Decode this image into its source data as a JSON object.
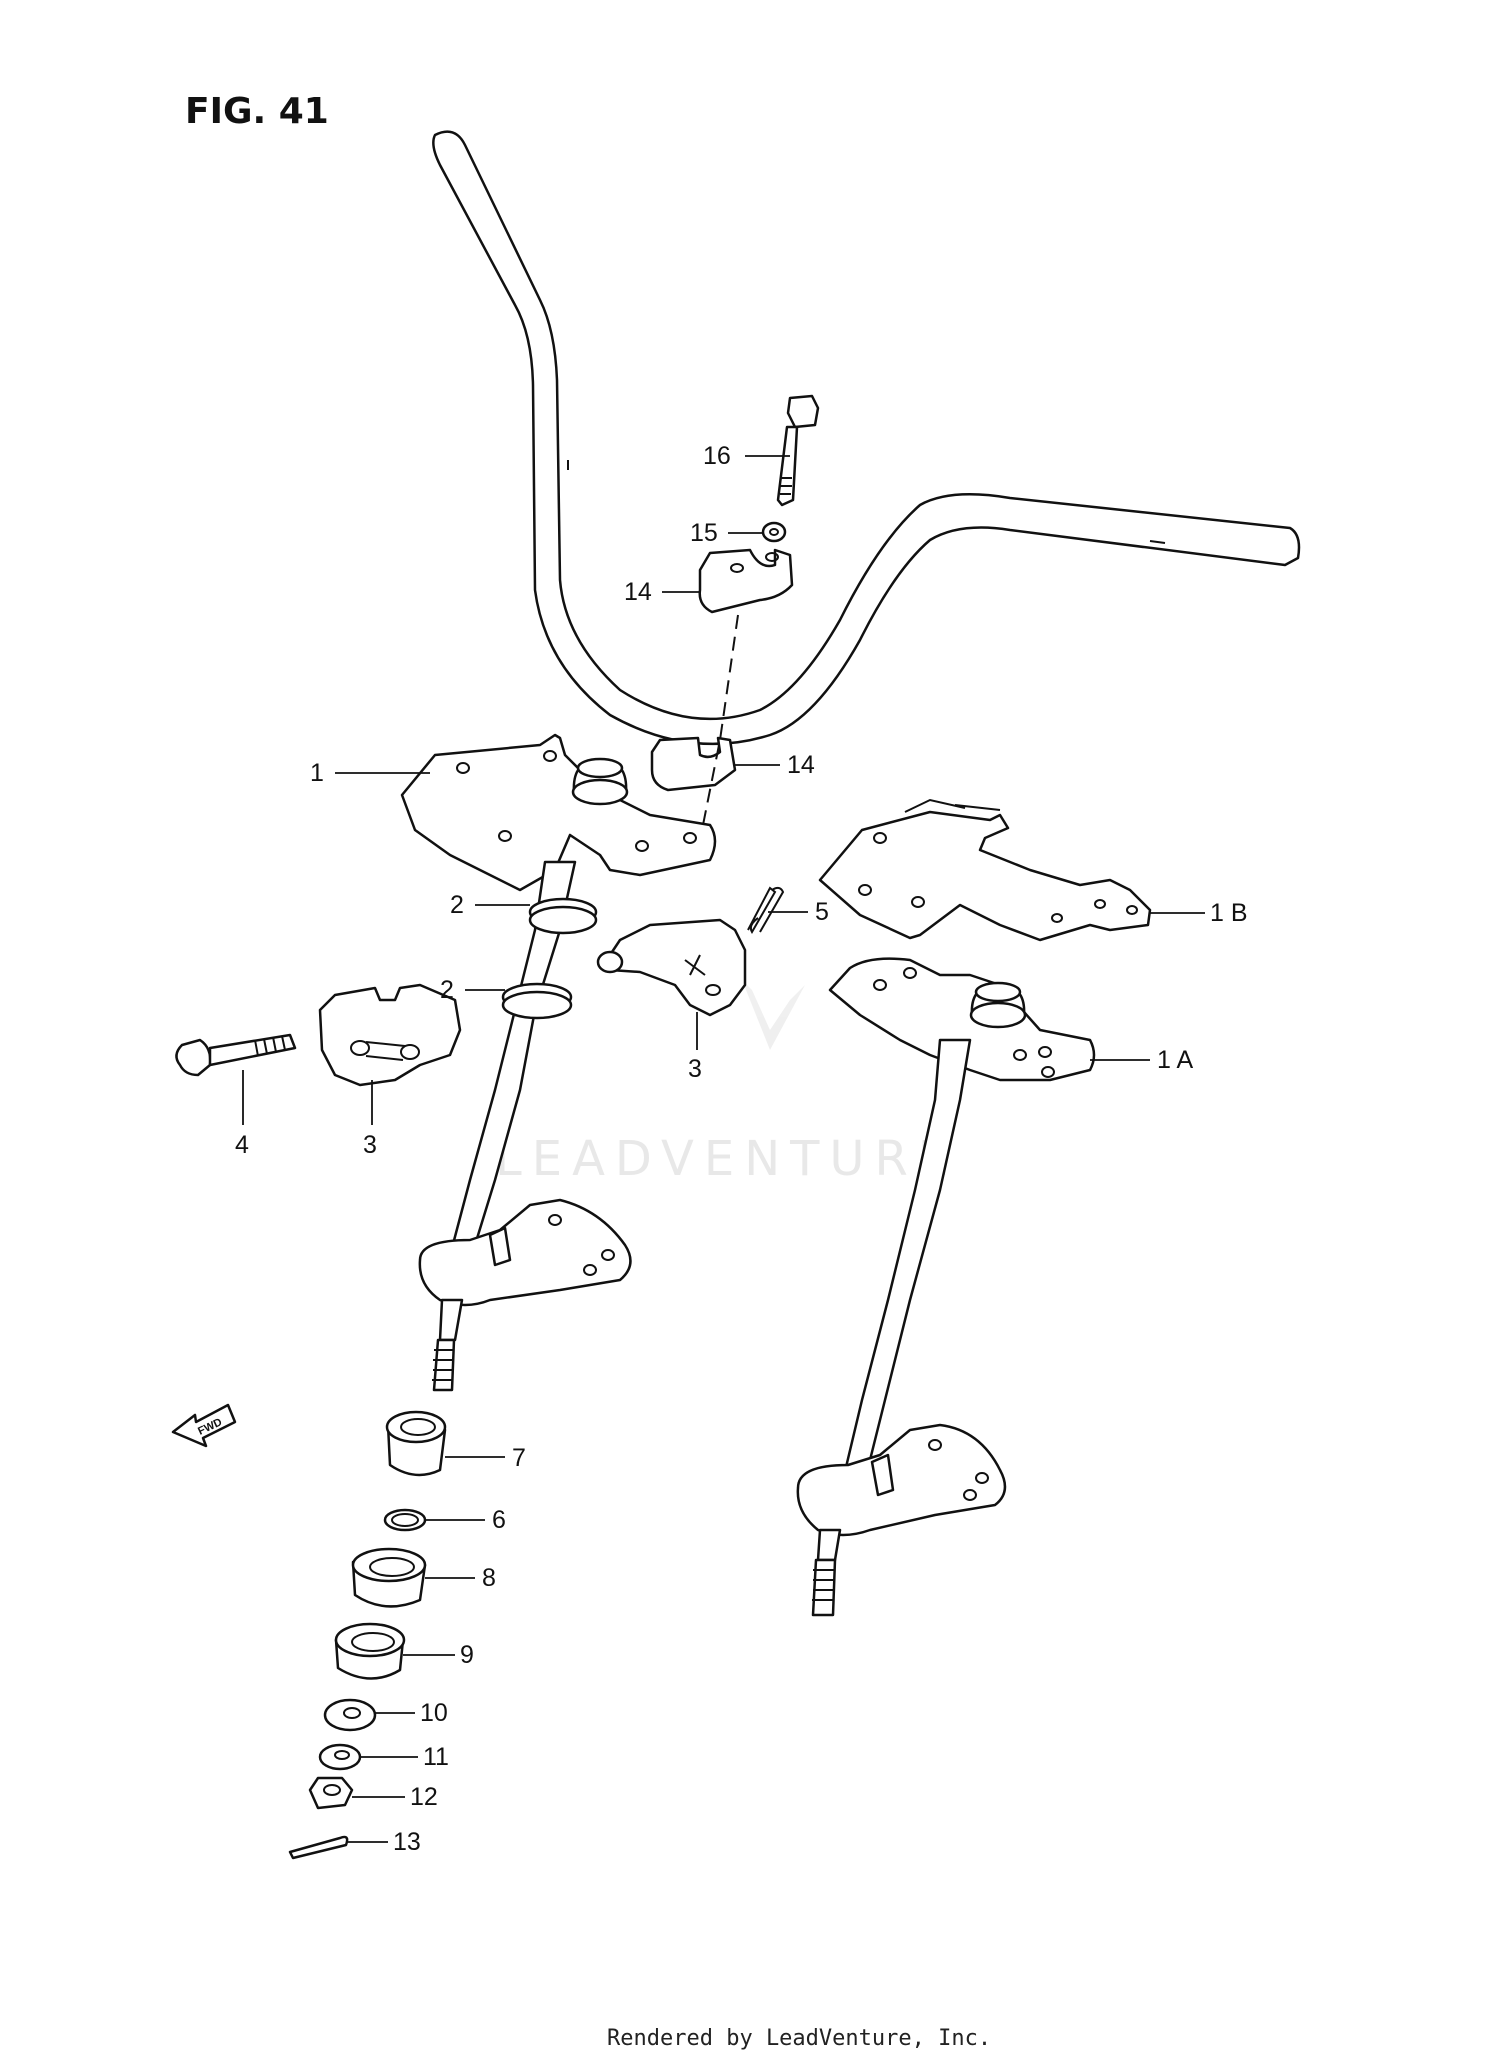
{
  "figure": {
    "title": "FIG. 41"
  },
  "watermark": {
    "text": "LEADVENTURE"
  },
  "footer": {
    "text": "Rendered by LeadVenture, Inc."
  },
  "callouts": [
    {
      "id": "c16",
      "label": "16"
    },
    {
      "id": "c15",
      "label": "15"
    },
    {
      "id": "c14a",
      "label": "14"
    },
    {
      "id": "c14b",
      "label": "14"
    },
    {
      "id": "c1",
      "label": "1"
    },
    {
      "id": "c1b",
      "label": "1 B"
    },
    {
      "id": "c2a",
      "label": "2"
    },
    {
      "id": "c2b",
      "label": "2"
    },
    {
      "id": "c5",
      "label": "5"
    },
    {
      "id": "c3a",
      "label": "3"
    },
    {
      "id": "c3b",
      "label": "3"
    },
    {
      "id": "c4",
      "label": "4"
    },
    {
      "id": "c1a",
      "label": "1 A"
    },
    {
      "id": "c7",
      "label": "7"
    },
    {
      "id": "c6",
      "label": "6"
    },
    {
      "id": "c8",
      "label": "8"
    },
    {
      "id": "c9",
      "label": "9"
    },
    {
      "id": "c10",
      "label": "10"
    },
    {
      "id": "c11",
      "label": "11"
    },
    {
      "id": "c12",
      "label": "12"
    },
    {
      "id": "c13",
      "label": "13"
    }
  ],
  "fwd_arrow": {
    "text": "FWD"
  }
}
